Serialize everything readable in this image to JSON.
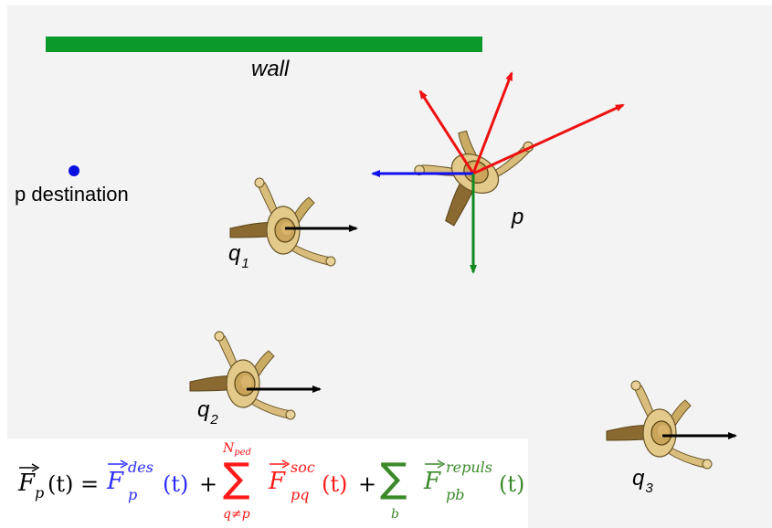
{
  "labels": {
    "wall": "wall",
    "destination": "p destination",
    "pedestrian_p": "p",
    "q1": "q",
    "q1_index": "1",
    "q2": "q",
    "q2_index": "2",
    "q3": "q",
    "q3_index": "3"
  },
  "formula": {
    "lhs": "F",
    "lhs_sub": "p",
    "lhs_arg": "(t) =",
    "des_symbol": "F",
    "des_sup": "des",
    "des_sub": "p",
    "des_arg": "(t)",
    "plus1": "+",
    "sum1_top": "N",
    "sum1_top_sub": "ped",
    "sum1_bottom": "q≠p",
    "soc_symbol": "F",
    "soc_sup": "soc",
    "soc_sub": "pq",
    "soc_arg": "(t)",
    "plus2": "+",
    "sum2_bottom": "b",
    "rep_symbol": "F",
    "rep_sup": "repuls",
    "rep_sub": "pb",
    "rep_arg": "(t)"
  },
  "colors": {
    "background": "#f3f3f3",
    "wall": "#0a9a2a",
    "destination_dot": "#0a10e0",
    "desired_force": "#1010ee",
    "social_force": "#ee1010",
    "wall_force": "#108a20",
    "velocity": "#000000",
    "body": "#e3c98a"
  },
  "icons": [
    "pedestrian-figure-icon",
    "arrow-icon"
  ]
}
